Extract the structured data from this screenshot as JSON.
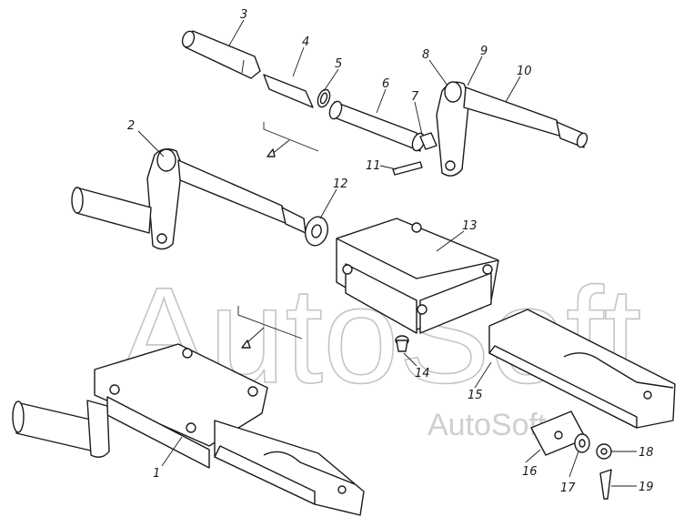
{
  "watermark": {
    "main": "AutoSoft",
    "secondary": "AutoSoft"
  },
  "callouts": [
    "1",
    "2",
    "3",
    "4",
    "5",
    "6",
    "7",
    "8",
    "9",
    "10",
    "11",
    "12",
    "13",
    "14",
    "15",
    "16",
    "17",
    "18",
    "19"
  ],
  "colors": {
    "ink": "#1a1a1a",
    "watermark": "#c4c4c4",
    "background": "#ffffff"
  }
}
